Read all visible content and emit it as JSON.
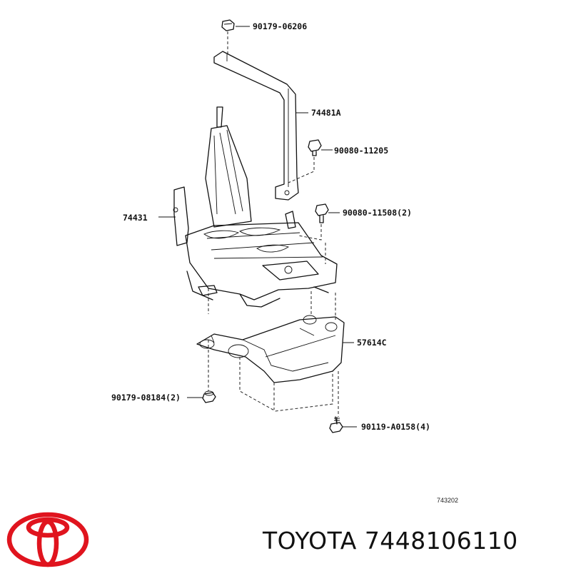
{
  "callouts": {
    "bolt_top": "90179-06206",
    "bracket": "74481A",
    "bolt_bracket": "90080-11205",
    "tray": "74431",
    "bolt_tray": "90080-11508(2)",
    "under_cover": "57614C",
    "nut": "90179-08184(2)",
    "bolt_cover": "90119-A0158(4)"
  },
  "figure_ref": "743202",
  "brand": {
    "caption": "TOYOTA 7448106110",
    "logo_color": "#e0141e"
  }
}
